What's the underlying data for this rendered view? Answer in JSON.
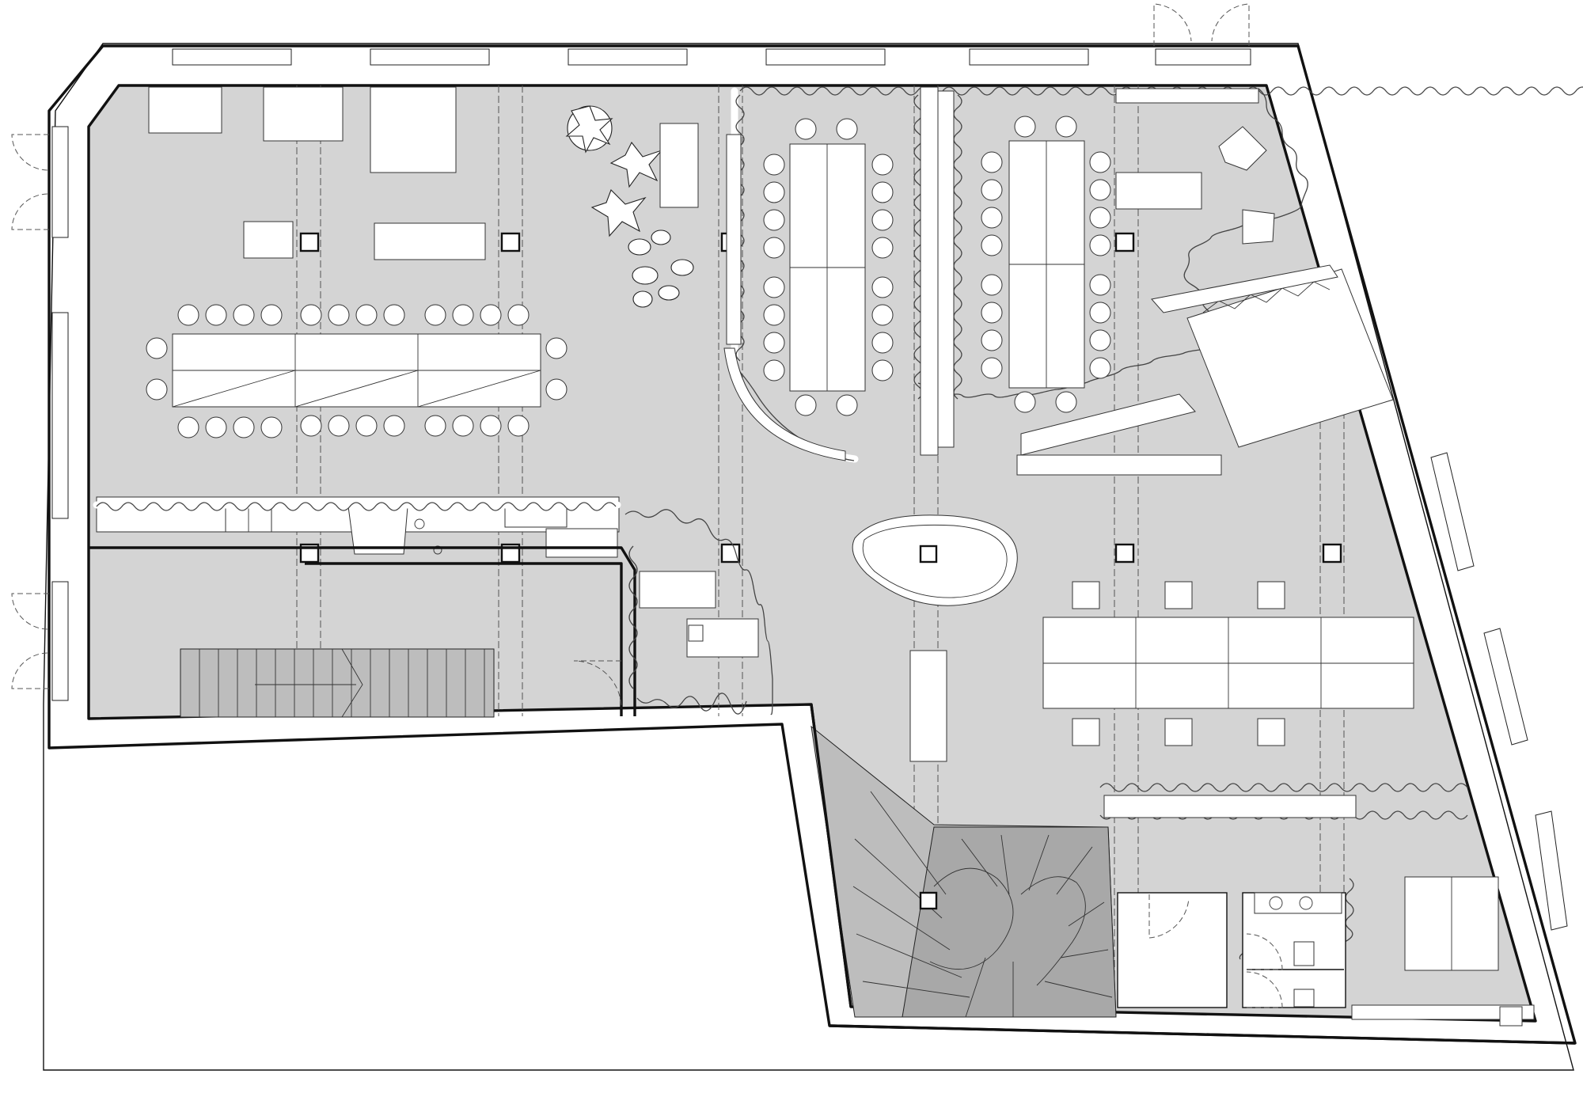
{
  "plan": {
    "kind": "architectural-floor-plan",
    "colors": {
      "background": "#ffffff",
      "floor": "#d4d4d4",
      "wall": "#111111",
      "furniture": "#ffffff",
      "stair": "#bdbdbd"
    },
    "elements": [
      "exterior-walls",
      "windows",
      "structural-columns",
      "long-meeting-table",
      "conference-tables",
      "round-seats",
      "wavy-curtain-partitions",
      "potted-plants",
      "kitchen-counter",
      "straight-staircase",
      "spiral-stairs",
      "oval-skylight",
      "restrooms",
      "work-desks",
      "doors"
    ]
  }
}
